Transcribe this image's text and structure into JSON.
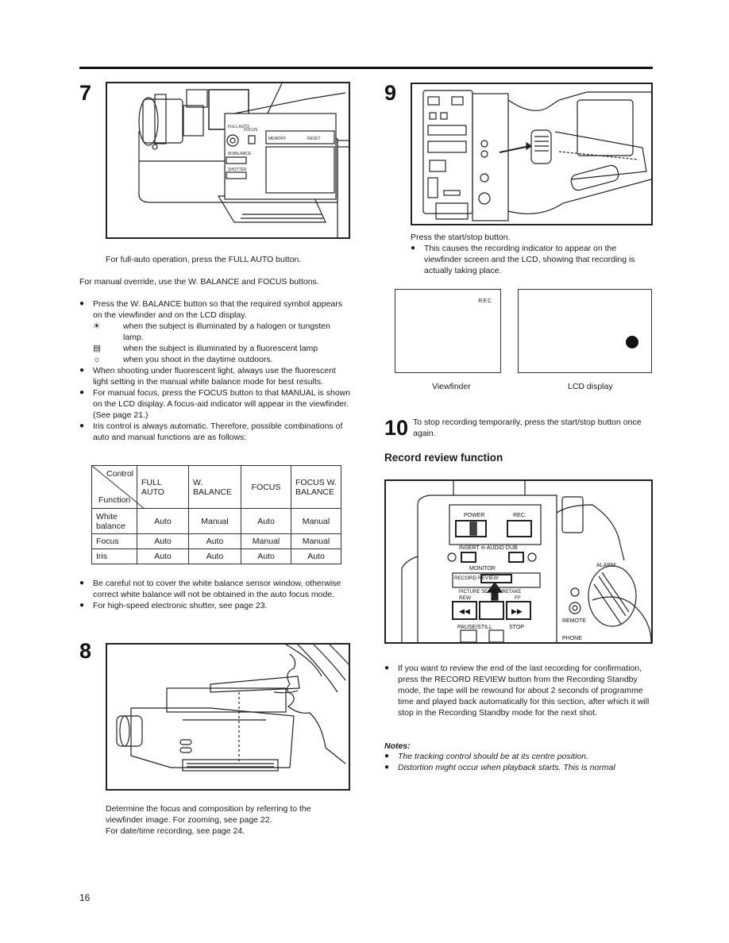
{
  "page_number": "16",
  "step7": {
    "number": "7",
    "figure_labels": {
      "full_auto": "FULL AUTO",
      "focus": "FOCUS",
      "memory": "MEMORY",
      "reset": "RESET",
      "w_balance": "W.BALANCE",
      "shutter": "SHUTTER"
    },
    "caption": "For full-auto operation, press the FULL AUTO button.",
    "manual_override": "For manual override, use the W. BALANCE and FOCUS buttons.",
    "bullet1": "Press the W. BALANCE button so that the required symbol appears on the viewfinder and on the LCD display.",
    "symbol_halogen": "when the subject is illuminated by a halogen or tungsten lamp.",
    "symbol_fluorescent": "when the subject is illuminated by a fluorescent lamp",
    "symbol_daytime": "when you shoot in the daytime outdoors.",
    "bullet2": "When shooting under fluorescent light, always use the fluorescent light setting in the manual white balance mode for best results.",
    "bullet3": "For manual focus, press the FOCUS button to that MANUAL is shown on the LCD display. A focus-aid indicator will appear in the viewfinder. (See page 21.)",
    "bullet4": "Iris control is always automatic. Therefore, possible combinations of auto and manual functions are as follows:",
    "table": {
      "corner_top": "Control",
      "corner_bottom": "Function",
      "headers": [
        "FULL AUTO",
        "W. BALANCE",
        "FOCUS",
        "FOCUS W. BALANCE"
      ],
      "rows": [
        {
          "label": "White balance",
          "cells": [
            "Auto",
            "Manual",
            "Auto",
            "Manual"
          ]
        },
        {
          "label": "Focus",
          "cells": [
            "Auto",
            "Auto",
            "Manual",
            "Manual"
          ]
        },
        {
          "label": "Iris",
          "cells": [
            "Auto",
            "Auto",
            "Auto",
            "Auto"
          ]
        }
      ]
    },
    "bullet5": "Be careful not to cover the white balance sensor window, otherwise correct white balance will not be obtained in the auto focus mode.",
    "bullet6": "For high-speed electronic shutter, see page 23."
  },
  "step8": {
    "number": "8",
    "caption1": "Determine the focus and composition by referring to the viewfinder image. For zooming, see page 22.",
    "caption2": "For date/time recording, see page 24."
  },
  "step9": {
    "number": "9",
    "text": "Press the start/stop button.",
    "bullet": "This causes the recording indicator to appear on the viewfinder screen and the LCD, showing that recording is actually taking place.",
    "viewfinder_indicator": "REC",
    "viewfinder_label": "Viewfinder",
    "lcd_label": "LCD display"
  },
  "step10": {
    "number": "10",
    "text": "To stop recording temporarily, press the start/stop button once again."
  },
  "record_review": {
    "heading": "Record review function",
    "figure_labels": {
      "power": "POWER",
      "rec": "REC.",
      "insert_audio_dub": "INSERT ⊖ AUDIO DUB",
      "monitor": "MONITOR",
      "record_review": "RECORD REVIEW",
      "picture_search": "PICTURE SEARCH/RETAKE",
      "rew": "REW",
      "ff": "FF",
      "pause_still": "PAUSE/STILL",
      "stop": "STOP",
      "alarm": "ALARM",
      "remote": "REMOTE",
      "phone": "PHONE"
    },
    "bullet": "If you want to review the end of the last recording for confirmation, press the RECORD REVIEW button from the Recording Standby mode, the tape will be rewound for about 2 seconds of programme time and played back automatically for this section, after which it will stop in the Recording Standby mode for the next shot.",
    "notes_title": "Notes:",
    "note1": "The tracking control should be at its centre position.",
    "note2": "Distortion might occur when playback starts. This is normal"
  }
}
